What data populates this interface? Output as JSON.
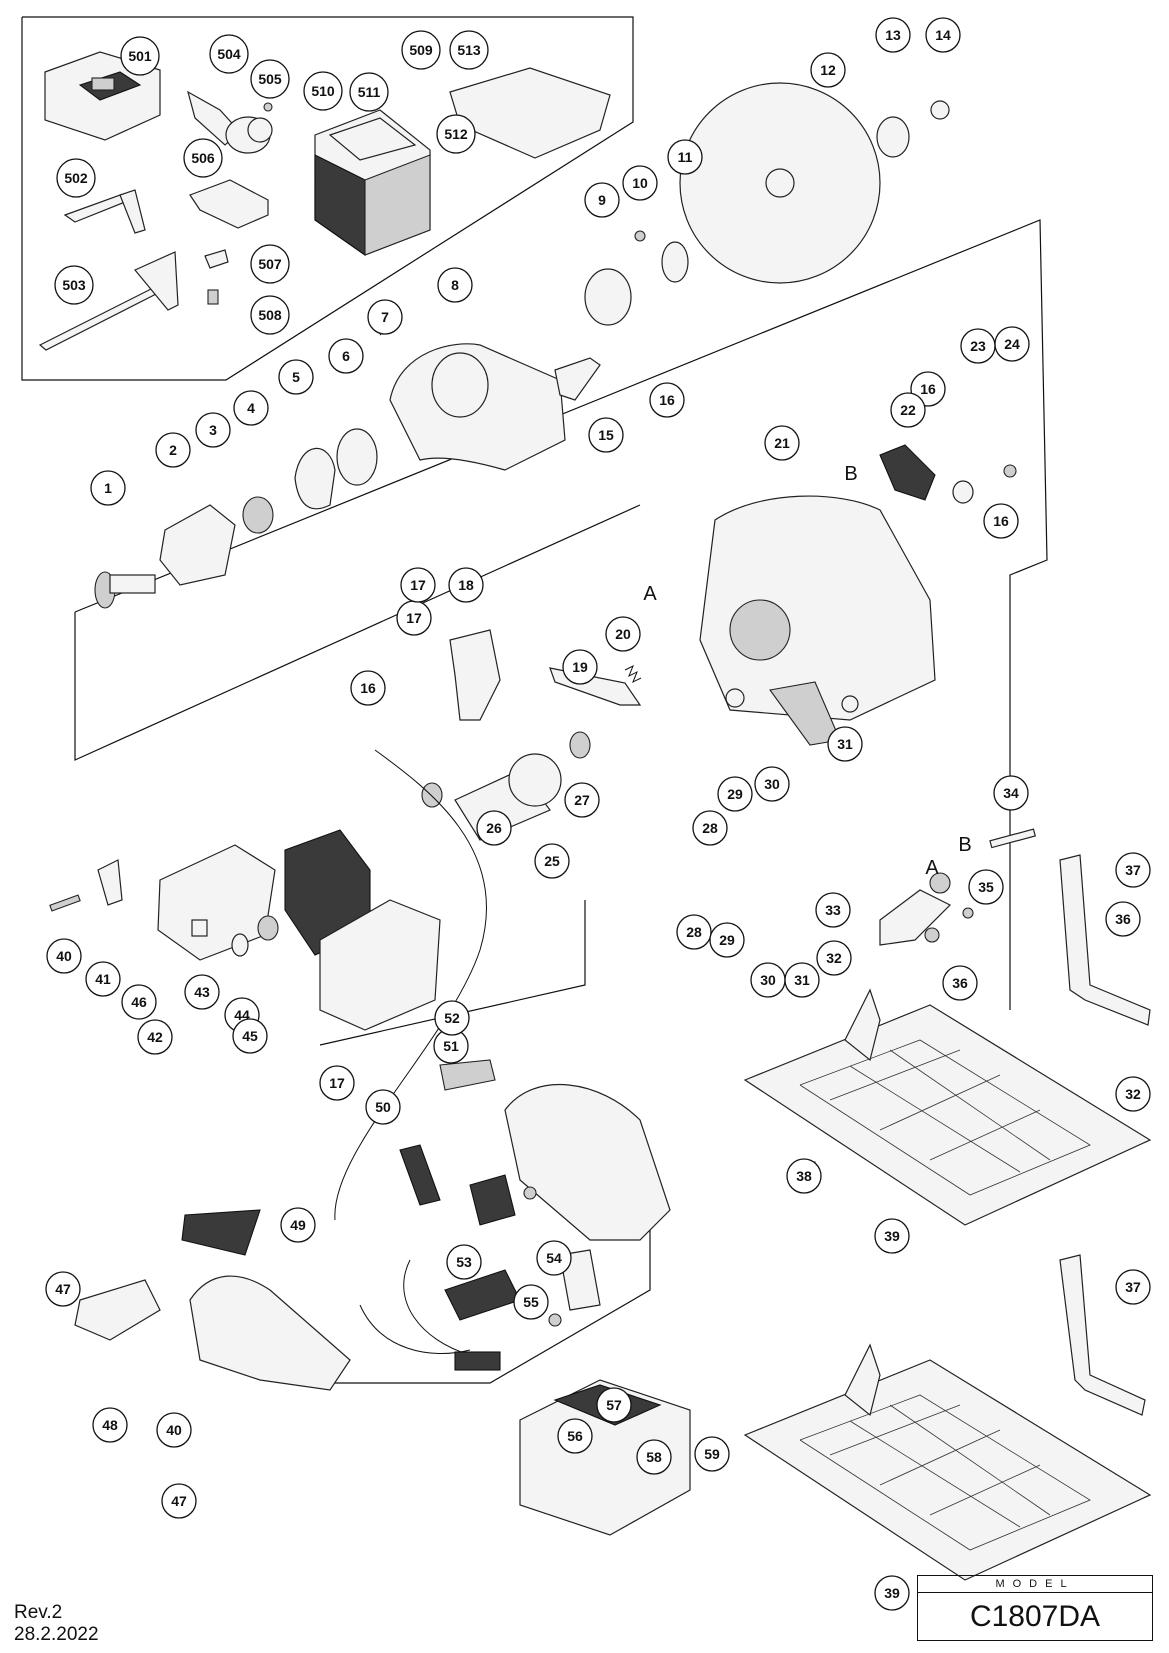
{
  "document": {
    "revision": "Rev.2",
    "date": "28.2.2022",
    "model_label": "MODEL",
    "model_name": "C1807DA"
  },
  "view_markers": [
    "A",
    "B"
  ],
  "callouts": [
    "1",
    "2",
    "3",
    "4",
    "5",
    "6",
    "7",
    "8",
    "9",
    "10",
    "11",
    "12",
    "13",
    "14",
    "15",
    "16",
    "16",
    "16",
    "16",
    "17",
    "17",
    "17",
    "18",
    "19",
    "20",
    "21",
    "22",
    "23",
    "24",
    "25",
    "26",
    "27",
    "28",
    "28",
    "29",
    "29",
    "30",
    "30",
    "31",
    "31",
    "32",
    "32",
    "33",
    "34",
    "35",
    "36",
    "36",
    "37",
    "37",
    "38",
    "39",
    "39",
    "40",
    "40",
    "41",
    "42",
    "43",
    "44",
    "45",
    "46",
    "47",
    "47",
    "48",
    "49",
    "50",
    "51",
    "52",
    "53",
    "54",
    "55",
    "56",
    "57",
    "58",
    "59",
    "501",
    "502",
    "503",
    "504",
    "505",
    "506",
    "507",
    "508",
    "509",
    "510",
    "511",
    "512",
    "513"
  ]
}
